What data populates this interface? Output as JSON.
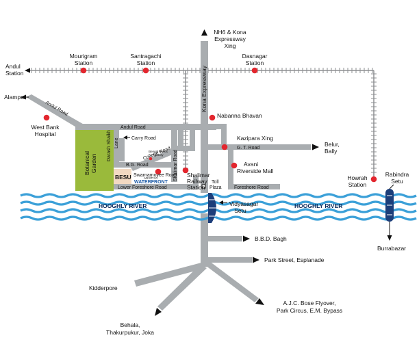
{
  "colors": {
    "road": "#a9adb0",
    "rail": "#8d8f92",
    "river": "#3ba0d8",
    "garden": "#9aba3b",
    "besu_box": "#f2d9c2",
    "station_dot": "#e3262e",
    "bridge": "#1c3e7a"
  },
  "labels": {
    "nh6": [
      "NH6 & Kona",
      "Expressway",
      "Xing"
    ],
    "andul_station": [
      "Andul",
      "Station"
    ],
    "mourigram": [
      "Mourigram",
      "Station"
    ],
    "santragachi": [
      "Santragachi",
      "Station"
    ],
    "dasnagar": [
      "Dasnagar",
      "Station"
    ],
    "kona_expressway": "Kona Expressway",
    "alampur": "Alampur",
    "andul_road_diag": "Andul Road",
    "west_bank": [
      "West Bank",
      "Hospital"
    ],
    "nabanna": "Nabanna Bhavan",
    "andul_road": "Andul Road",
    "kazipara": "Kazipara Xing",
    "gt_road": "G. T. Road",
    "belur": [
      "Belur,",
      "Bally"
    ],
    "carry_road": "Carry Road",
    "darash_shaikh": "Darash Shaikh",
    "lane": "Lane",
    "botanical": [
      "Botanical",
      "Garden"
    ],
    "college_road": "College Road",
    "bengal_paints": [
      "Bengal Paints",
      "Factory"
    ],
    "shalimar_road": "Shalimar Road",
    "bg_road": "B.G. Road",
    "swarnamoyee": "Swarnamoyee Road",
    "besu": "BESU",
    "waterfront_small": "ADVITIYA",
    "waterfront": "WATERFRONT",
    "avani": [
      "Avani",
      "Riverside Mall"
    ],
    "lower_foreshore": "Lower Foreshore Road",
    "shalimar_station": [
      "Shalimar",
      "Railway",
      "Station"
    ],
    "toll_plaza": [
      "Toll",
      "Plaza"
    ],
    "foreshore": "Foreshore Road",
    "howrah": [
      "Howrah",
      "Station"
    ],
    "rabindra": [
      "Rabindra",
      "Setu"
    ],
    "hooghly_left": "HOOGHLY RIVER",
    "vidyasagar": [
      "Vidyasagar",
      "Setu"
    ],
    "hooghly_right": "HOOGHLY RIVER",
    "burrabazar": "Burrabazar",
    "bbd_bagh": "B.B.D. Bagh",
    "park_street": "Park Street, Esplanade",
    "kidderpore": "Kidderpore",
    "ajc": [
      "A.J.C. Bose Flyover,",
      "Park Circus, E.M. Bypass"
    ],
    "behala": [
      "Behala,",
      "Thakurpukur, Joka"
    ]
  }
}
